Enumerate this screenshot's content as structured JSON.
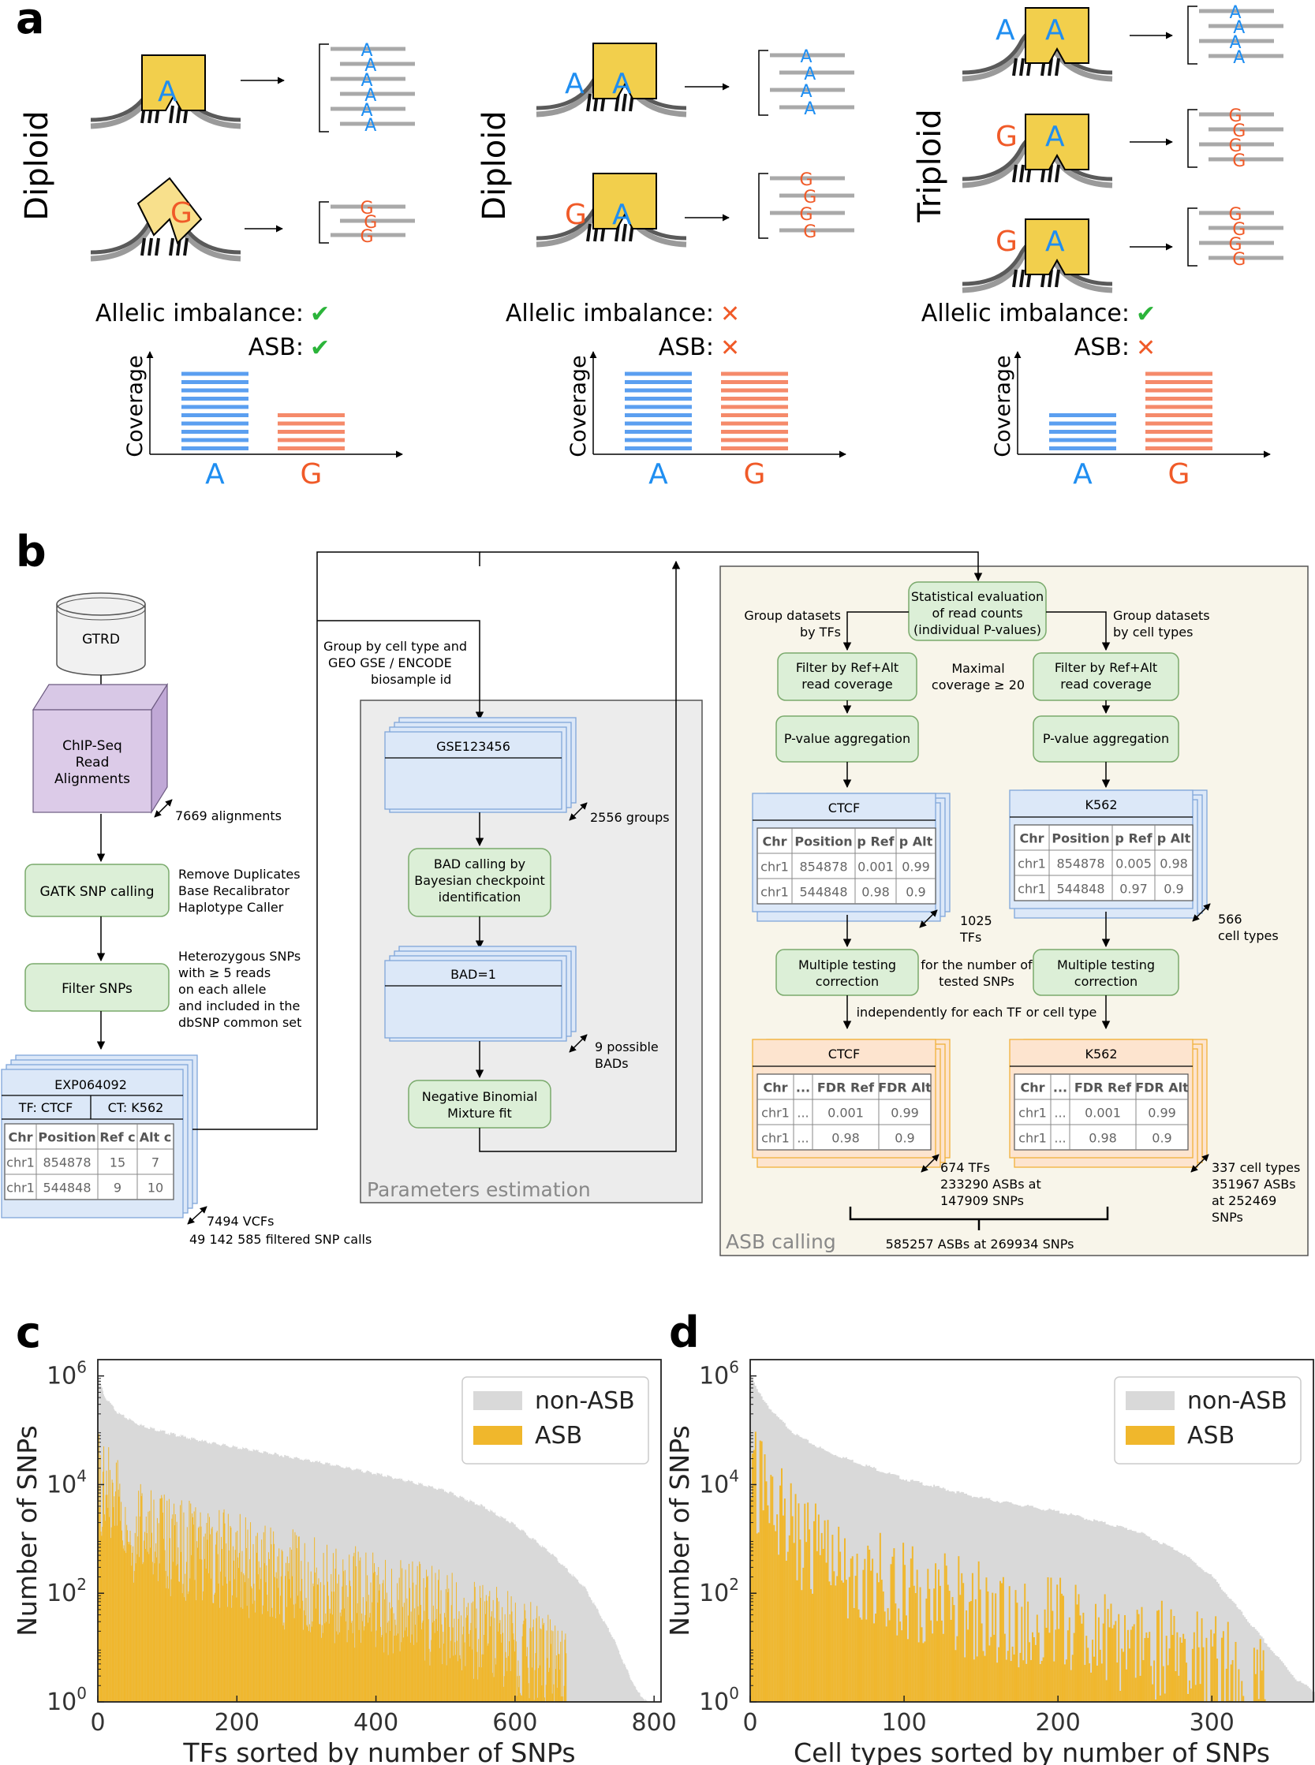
{
  "panel_labels": {
    "a": "a",
    "b": "b",
    "c": "c",
    "d": "d"
  },
  "panel_a": {
    "columns": [
      {
        "ploidy": "Diploid",
        "imbalance_label": "Allelic imbalance:",
        "imbalance_mark": "✔",
        "asb_label": "ASB:",
        "asb_mark": "✔",
        "coverage_label": "Coverage",
        "a_label": "A",
        "g_label": "G",
        "a_bars": 10,
        "g_bars": 5
      },
      {
        "ploidy": "Diploid",
        "imbalance_label": "Allelic imbalance:",
        "imbalance_mark": "✕",
        "asb_label": "ASB:",
        "asb_mark": "✕",
        "coverage_label": "Coverage",
        "a_label": "A",
        "g_label": "G",
        "a_bars": 10,
        "g_bars": 10
      },
      {
        "ploidy": "Triploid",
        "imbalance_label": "Allelic imbalance:",
        "imbalance_mark": "✔",
        "asb_label": "ASB:",
        "asb_mark": "✕",
        "coverage_label": "Coverage",
        "a_label": "A",
        "g_label": "G",
        "a_bars": 5,
        "g_bars": 10
      }
    ],
    "colors": {
      "allele_a": "#1f8ef1",
      "allele_g": "#f05a28",
      "bar_a": "#5b9ff0",
      "bar_g": "#f58a6a",
      "tf": "#f2cf4c",
      "check": "#2bb43a",
      "cross": "#f05a28"
    }
  },
  "panel_b": {
    "gtrd": "GTRD",
    "chipseq": [
      "ChIP-Seq",
      "Read",
      "Alignments"
    ],
    "alignments_count": "7669 alignments",
    "gatk": "GATK SNP calling",
    "gatk_note": [
      "Remove Duplicates",
      "Base Recalibrator",
      "Haplotype Caller"
    ],
    "filter_snps": "Filter SNPs",
    "filter_note": [
      "Heterozygous SNPs",
      "with ≥ 5 reads",
      "on each allele",
      "and included in the",
      "dbSNP common set"
    ],
    "vcf": {
      "title": "EXP064092",
      "tf": "TF: CTCF",
      "ct": "CT: K562",
      "headers": [
        "Chr",
        "Position",
        "Ref c",
        "Alt c"
      ],
      "rows": [
        [
          "chr1",
          "854878",
          "15",
          "7"
        ],
        [
          "chr1",
          "544848",
          "9",
          "10"
        ]
      ]
    },
    "vcf_count": [
      "7494 VCFs",
      "49 142 585 filtered SNP calls"
    ],
    "group_label": [
      "Group by cell type and",
      "GEO GSE / ENCODE",
      "biosample id"
    ],
    "gse": "GSE123456",
    "groups_count": "2556 groups",
    "bad_calling": [
      "BAD calling by",
      "Bayesian checkpoint",
      "identification"
    ],
    "bad1": "BAD=1",
    "bads_count": [
      "9 possible",
      "BADs"
    ],
    "nb_fit": [
      "Negative Binomial",
      "Mixture fit"
    ],
    "params_title": "Parameters estimation",
    "stat_eval": [
      "Statistical evaluation",
      "of read counts",
      "(individual P-values)"
    ],
    "group_tfs": [
      "Group datasets",
      "by TFs"
    ],
    "group_cells": [
      "Group datasets",
      "by cell types"
    ],
    "filter_cov": [
      "Filter by Ref+Alt",
      "read coverage"
    ],
    "max_cov": [
      "Maximal",
      "coverage ≥ 20"
    ],
    "pval_agg": "P-value aggregation",
    "ctcf_table": {
      "title": "CTCF",
      "headers": [
        "Chr",
        "Position",
        "p Ref",
        "p Alt"
      ],
      "rows": [
        [
          "chr1",
          "854878",
          "0.001",
          "0.99"
        ],
        [
          "chr1",
          "544848",
          "0.98",
          "0.9"
        ]
      ]
    },
    "k562_table": {
      "title": "K562",
      "headers": [
        "Chr",
        "Position",
        "p Ref",
        "p Alt"
      ],
      "rows": [
        [
          "chr1",
          "854878",
          "0.005",
          "0.98"
        ],
        [
          "chr1",
          "544848",
          "0.97",
          "0.9"
        ]
      ]
    },
    "tfs_count": [
      "1025",
      "TFs"
    ],
    "cells_count": [
      "566",
      "cell types"
    ],
    "mtc": [
      "Multiple testing",
      "correction"
    ],
    "mtc_note": [
      "for the number of",
      "tested SNPs"
    ],
    "independent": "independently for each TF or cell type",
    "ctcf_fdr": {
      "title": "CTCF",
      "headers": [
        "Chr",
        "...",
        "FDR Ref",
        "FDR Alt"
      ],
      "rows": [
        [
          "chr1",
          "...",
          "0.001",
          "0.99"
        ],
        [
          "chr1",
          "...",
          "0.98",
          "0.9"
        ]
      ]
    },
    "k562_fdr": {
      "title": "K562",
      "headers": [
        "Chr",
        "...",
        "FDR Ref",
        "FDR Alt"
      ],
      "rows": [
        [
          "chr1",
          "...",
          "0.001",
          "0.99"
        ],
        [
          "chr1",
          "...",
          "0.98",
          "0.9"
        ]
      ]
    },
    "tf_result": [
      "674 TFs",
      "233290 ASBs at",
      "147909 SNPs"
    ],
    "cell_result": [
      "337 cell types",
      "351967 ASBs",
      "at 252469",
      "SNPs"
    ],
    "total": "585257 ASBs at 269934 SNPs",
    "asb_title": "ASB calling"
  },
  "chart_data": [
    {
      "type": "bar",
      "panel": "c",
      "xlabel": "TFs sorted by number of SNPs",
      "ylabel": "Number of SNPs",
      "xlim": [
        0,
        810
      ],
      "xticks": [
        0,
        200,
        400,
        600,
        800
      ],
      "ylim_log10": [
        0,
        6.3
      ],
      "yticks": [
        "10^0",
        "10^2",
        "10^4",
        "10^6"
      ],
      "scale": "log",
      "legend_position": "top-right",
      "series": [
        {
          "name": "non-ASB",
          "color": "#d9d9d9",
          "envelope_log10": [
            [
              0,
              6.0
            ],
            [
              10,
              5.6
            ],
            [
              30,
              5.3
            ],
            [
              60,
              5.1
            ],
            [
              100,
              4.95
            ],
            [
              150,
              4.8
            ],
            [
              200,
              4.68
            ],
            [
              250,
              4.57
            ],
            [
              300,
              4.45
            ],
            [
              350,
              4.33
            ],
            [
              400,
              4.2
            ],
            [
              450,
              4.05
            ],
            [
              500,
              3.88
            ],
            [
              550,
              3.62
            ],
            [
              600,
              3.25
            ],
            [
              650,
              2.75
            ],
            [
              700,
              2.1
            ],
            [
              740,
              1.2
            ],
            [
              760,
              0.6
            ],
            [
              775,
              0.2
            ],
            [
              790,
              0.0
            ]
          ]
        },
        {
          "name": "ASB",
          "color": "#f0b72c",
          "envelope_log10": [
            [
              0,
              4.5
            ],
            [
              50,
              3.6
            ],
            [
              100,
              3.3
            ],
            [
              200,
              3.0
            ],
            [
              300,
              2.6
            ],
            [
              400,
              2.3
            ],
            [
              500,
              2.0
            ],
            [
              600,
              1.5
            ],
            [
              674,
              1.0
            ]
          ]
        }
      ]
    },
    {
      "type": "bar",
      "panel": "d",
      "xlabel": "Cell types sorted by number of SNPs",
      "ylabel": "Number of SNPs",
      "xlim": [
        0,
        366
      ],
      "xticks": [
        0,
        100,
        200,
        300
      ],
      "ylim_log10": [
        0,
        6.3
      ],
      "yticks": [
        "10^0",
        "10^2",
        "10^4",
        "10^6"
      ],
      "scale": "log",
      "legend_position": "top-right",
      "series": [
        {
          "name": "non-ASB",
          "color": "#d9d9d9",
          "envelope_log10": [
            [
              0,
              6.0
            ],
            [
              5,
              5.7
            ],
            [
              15,
              5.3
            ],
            [
              30,
              4.9
            ],
            [
              50,
              4.6
            ],
            [
              80,
              4.3
            ],
            [
              100,
              4.1
            ],
            [
              150,
              3.75
            ],
            [
              200,
              3.5
            ],
            [
              250,
              3.15
            ],
            [
              280,
              2.75
            ],
            [
              300,
              2.3
            ],
            [
              320,
              1.6
            ],
            [
              340,
              0.9
            ],
            [
              355,
              0.4
            ],
            [
              366,
              0.2
            ]
          ]
        },
        {
          "name": "ASB",
          "color": "#f0b72c",
          "envelope_log10": [
            [
              0,
              4.6
            ],
            [
              30,
              3.5
            ],
            [
              60,
              2.9
            ],
            [
              100,
              2.5
            ],
            [
              150,
              2.1
            ],
            [
              200,
              1.9
            ],
            [
              250,
              1.5
            ],
            [
              300,
              1.1
            ],
            [
              337,
              0.7
            ]
          ]
        }
      ]
    }
  ]
}
